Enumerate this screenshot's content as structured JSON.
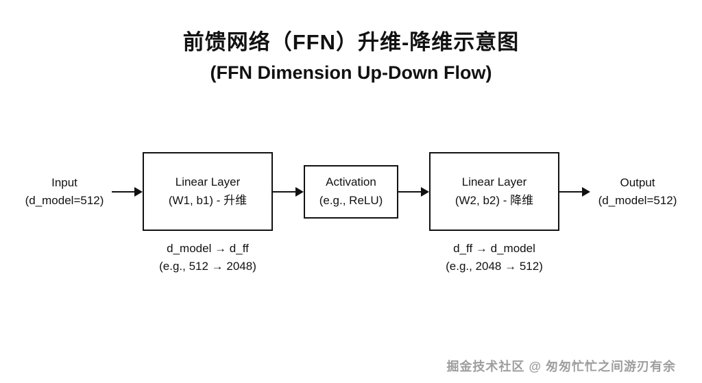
{
  "title": {
    "line1": "前馈网络（FFN）升维-降维示意图",
    "line2": "(FFN Dimension Up-Down Flow)"
  },
  "diagram": {
    "input": {
      "line1": "Input",
      "line2": "(d_model=512)"
    },
    "box1": {
      "line1": "Linear Layer",
      "line2": "(W1, b1) - 升维",
      "caption1": "d_model → d_ff",
      "caption2": "(e.g., 512 → 2048)"
    },
    "box2": {
      "line1": "Activation",
      "line2": "(e.g., ReLU)"
    },
    "box3": {
      "line1": "Linear Layer",
      "line2": "(W2, b2) - 降维",
      "caption1": "d_ff → d_model",
      "caption2": "(e.g., 2048 → 512)"
    },
    "output": {
      "line1": "Output",
      "line2": "(d_model=512)"
    }
  },
  "watermark": "掘金技术社区 @ 匆匆忙忙之间游刃有余",
  "colors": {
    "line": "#111111",
    "background": "#ffffff",
    "watermark": "#9e9e9e"
  }
}
